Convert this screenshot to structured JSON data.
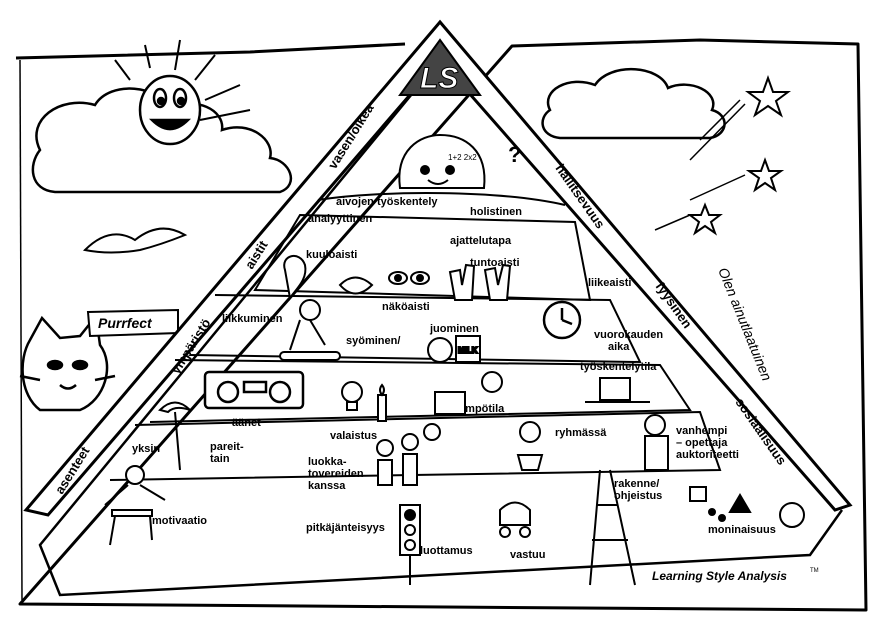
{
  "logo": {
    "letters": "LS"
  },
  "brand": "Learning Style Analysis",
  "trademark": "TM",
  "tagline": "Olen ainutlaatuinen",
  "cat_sign": "Purrfect",
  "side_labels": {
    "vasen_oikea": "vasen/oikea",
    "aistit": "aistit",
    "ymparisto": "ympäristö",
    "asenteet": "asenteet",
    "hallitsevuus": "hallitsevuus",
    "fyysinen": "fyysinen",
    "sosiaalisuus": "sosiaalisuus"
  },
  "tiers": {
    "brain": {
      "aivojen": "aivojen työskentely",
      "analyyttinen": "analyyttinen",
      "holistinen": "holistinen",
      "ajattelutapa": "ajattelutapa"
    },
    "senses": {
      "kuuloaisti": "kuuloaisti",
      "tuntoaisti": "tuntoaisti",
      "liikeaisti": "liikeaisti",
      "nakoaisti": "näköaisti"
    },
    "physical": {
      "liikkuminen": "liikkuminen",
      "syominen": "syöminen/",
      "juominen": "juominen",
      "vuorokauden": "vuorokauden",
      "aika": "aika",
      "milk": "MILK"
    },
    "environment": {
      "tyoskentelytila": "työskentelytila",
      "aanet": "äänet",
      "valaistus": "valaistus",
      "lampotila": "lämpötila"
    },
    "social": {
      "yksin": "yksin",
      "pareittain": [
        "pareit-",
        "tain"
      ],
      "luokkatovereiden": [
        "luokka-",
        "tovereiden",
        "kanssa"
      ],
      "ryhmassa": "ryhmässä",
      "vanhempi": [
        "vanhempi",
        "– opettaja",
        "auktoriteetti"
      ]
    },
    "attitudes": {
      "motivaatio": "motivaatio",
      "pitkajanteisyys": "pitkäjänteisyys",
      "luottamus": "luottamus",
      "vastuu": "vastuu",
      "rakenne": [
        "rakenne/",
        "ohjeistus"
      ],
      "moninaisuus": "moninaisuus"
    }
  },
  "doodle_text": {
    "math": "1+2 2x2"
  }
}
